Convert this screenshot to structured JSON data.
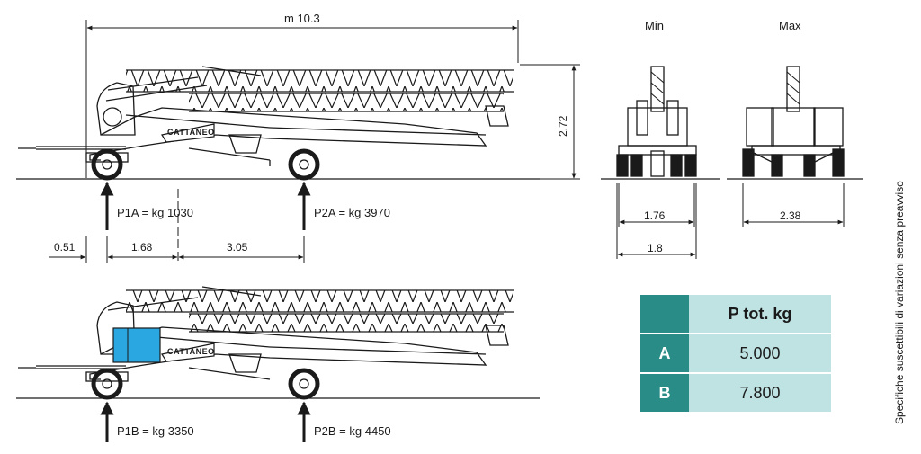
{
  "colors": {
    "table_dark": "#2a8c86",
    "table_light": "#bfe3e3",
    "counterweight": "#2aa7e0",
    "line": "#1a1a1a"
  },
  "dimensions": {
    "length": "m 10.3",
    "height": "2.72",
    "rear_offset": "0.51",
    "axle_a": "1.68",
    "axle_b": "3.05",
    "track_min_inner": "1.76",
    "track_min_outer": "1.8",
    "track_max": "2.38"
  },
  "views": {
    "min_label": "Min",
    "max_label": "Max"
  },
  "loads": {
    "p1a": "P1A = kg 1030",
    "p2a": "P2A = kg 3970",
    "p1b": "P1B = kg 3350",
    "p2b": "P2B = kg 4450"
  },
  "brand": "CATTANEO",
  "weight_table": {
    "header": "P tot. kg",
    "rows": [
      {
        "key": "A",
        "value": "5.000"
      },
      {
        "key": "B",
        "value": "7.800"
      }
    ]
  },
  "side_note": "Specifiche suscettibili di variazioni senza preavviso"
}
